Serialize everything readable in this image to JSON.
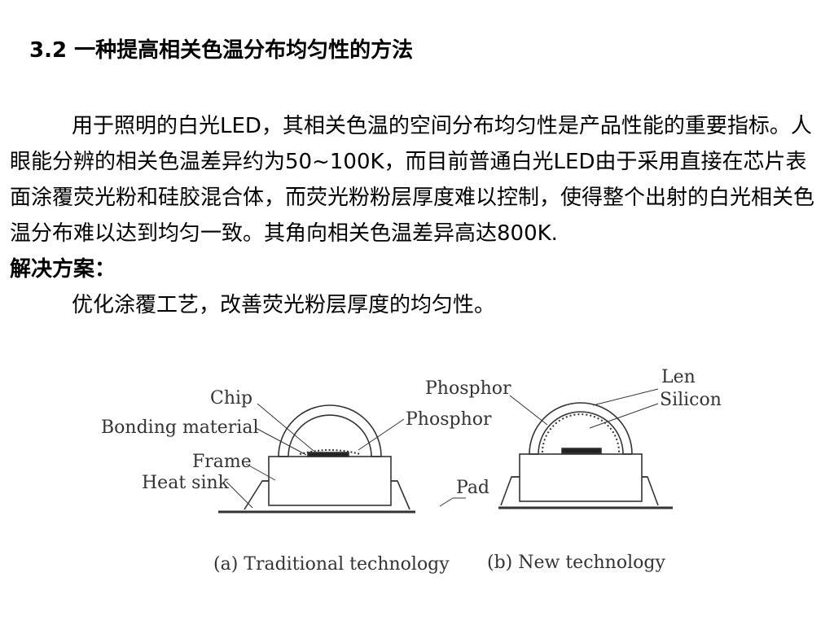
{
  "slide": {
    "title": "3.2 一种提高相关色温分布均匀性的方法",
    "paragraph1": "用于照明的白光LED，其相关色温的空间分布均匀性是产品性能的重要指标。人眼能分辨的相关色温差异约为50~100K，而目前普通白光LED由于采用直接在芯片表面涂覆荧光粉和硅胶混合体，而荧光粉粉层厚度难以控制，使得整个出射的白光相关色温分布难以达到均匀一致。其角向相关色温差异高达800K.",
    "solution_heading": "解决方案：",
    "solution_text": "优化涂覆工艺，改善荧光粉层厚度的均匀性。"
  },
  "figure": {
    "left_labels": {
      "chip": "Chip",
      "bonding": "Bonding material",
      "frame": "Frame",
      "heat_sink": "Heat sink",
      "phosphor": "Phosphor"
    },
    "right_labels": {
      "phosphor": "Phosphor",
      "len": "Len",
      "silicon": "Silicon",
      "pad": "Pad"
    },
    "caption_a": "(a) Traditional technology",
    "caption_b": "(b) New technology"
  },
  "colors": {
    "line": "#333333",
    "chip_fill": "#222222"
  }
}
